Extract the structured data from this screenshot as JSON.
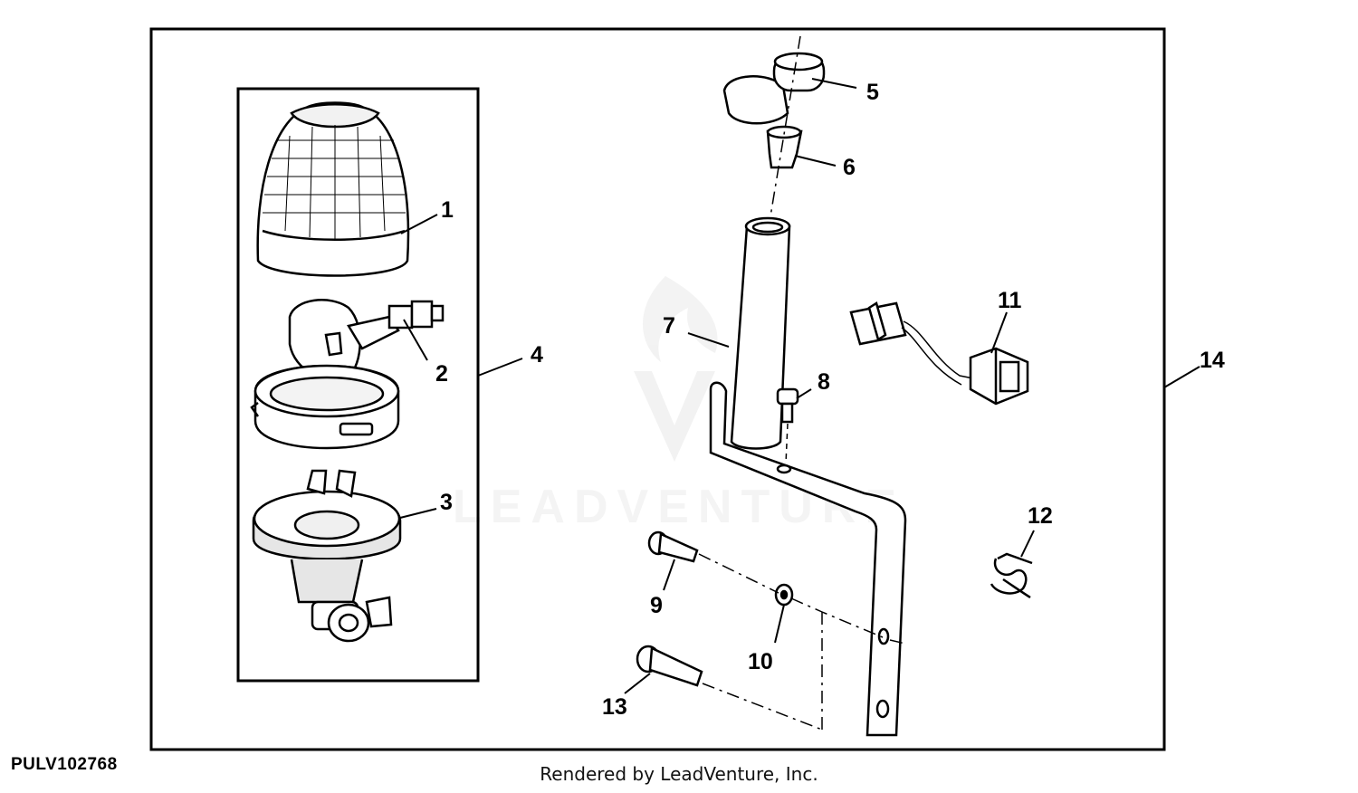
{
  "callouts": [
    {
      "id": "1",
      "text": "1"
    },
    {
      "id": "2",
      "text": "2"
    },
    {
      "id": "3",
      "text": "3"
    },
    {
      "id": "4",
      "text": "4"
    },
    {
      "id": "5",
      "text": "5"
    },
    {
      "id": "6",
      "text": "6"
    },
    {
      "id": "7",
      "text": "7"
    },
    {
      "id": "8",
      "text": "8"
    },
    {
      "id": "9",
      "text": "9"
    },
    {
      "id": "10",
      "text": "10"
    },
    {
      "id": "11",
      "text": "11"
    },
    {
      "id": "12",
      "text": "12"
    },
    {
      "id": "13",
      "text": "13"
    },
    {
      "id": "14",
      "text": "14"
    }
  ],
  "reference_code": "PULV102768",
  "credit": "Rendered by LeadVenture, Inc.",
  "watermark": "LEADVENTURE",
  "colors": {
    "line": "#000000",
    "background": "#ffffff",
    "watermark": "#e6e6e6"
  }
}
